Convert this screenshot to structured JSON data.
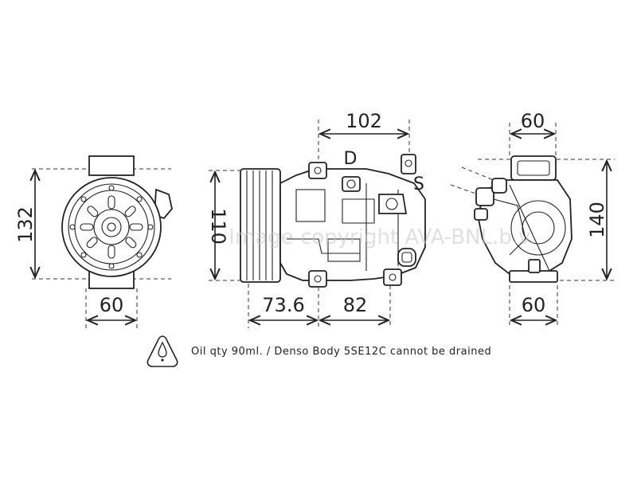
{
  "front_view": {
    "height": "132",
    "width": "60"
  },
  "side_view": {
    "body_height": "110",
    "top_width": "102",
    "left_width": "73.6",
    "right_width": "82",
    "port_discharge": "D",
    "port_suction": "S"
  },
  "rear_view": {
    "top_width": "60",
    "height": "140",
    "bottom_width": "60"
  },
  "note": {
    "text": "Oil qty 90ml. / Denso Body 5SE12C cannot be drained",
    "icon": "warning-oil-icon"
  },
  "watermark": "Image copyright AVA-BNL.b.v."
}
